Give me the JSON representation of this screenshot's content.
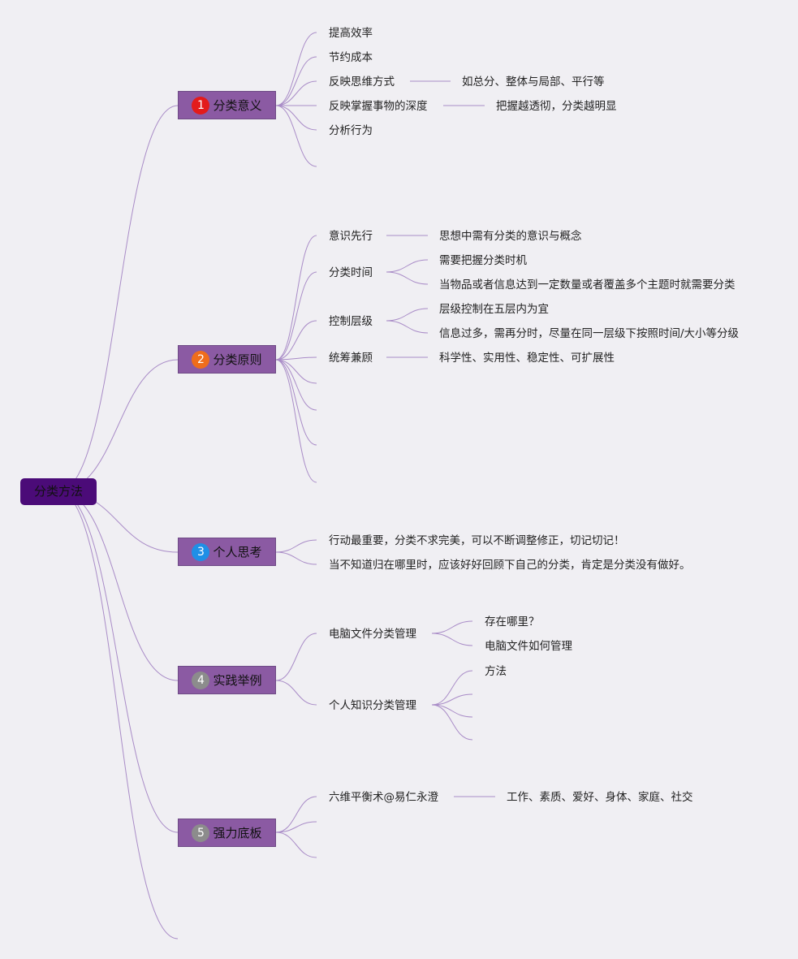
{
  "root": "分类方法",
  "colors": {
    "line": "#a98cc7",
    "root_bg": "#4b0b78",
    "branch_bg": "#8b5aa3",
    "badge_1": "#e31b1b",
    "badge_2": "#ef6d1c",
    "badge_3": "#1f8fe6",
    "badge_4": "#8c8c8c",
    "badge_5": "#8c8c8c"
  },
  "branches": [
    {
      "badge": "1",
      "label": "分类意义",
      "items": [
        {
          "label": "提高效率"
        },
        {
          "label": "节约成本"
        },
        {
          "label": "反映思维方式",
          "children": [
            "如总分、整体与局部、平行等"
          ]
        },
        {
          "label": "反映掌握事物的深度",
          "children": [
            "把握越透彻，分类越明显"
          ]
        },
        {
          "label": "分析行为"
        }
      ]
    },
    {
      "badge": "2",
      "label": "分类原则",
      "items": [
        {
          "label": "意识先行",
          "children": [
            "思想中需有分类的意识与概念"
          ]
        },
        {
          "label": "分类时间",
          "children": [
            "需要把握分类时机",
            "当物品或者信息达到一定数量或者覆盖多个主题时就需要分类"
          ]
        },
        {
          "label": "控制层级",
          "children": [
            "层级控制在五层内为宜",
            "信息过多，需再分时，尽量在同一层级下按照时间/大小等分级"
          ]
        },
        {
          "label": "统筹兼顾",
          "children": [
            "科学性、实用性、稳定性、可扩展性"
          ]
        }
      ]
    },
    {
      "badge": "3",
      "label": "个人思考",
      "items": [
        {
          "label": "行动最重要，分类不求完美，可以不断调整修正，切记切记！"
        },
        {
          "label": "当不知道归在哪里时，应该好好回顾下自己的分类，肯定是分类没有做好。"
        }
      ]
    },
    {
      "badge": "4",
      "label": "实践举例",
      "items": [
        {
          "label": "电脑文件分类管理",
          "children": [
            "存在哪里？",
            "电脑文件如何管理"
          ]
        },
        {
          "label": "个人知识分类管理",
          "children": [
            "方法"
          ]
        }
      ]
    },
    {
      "badge": "5",
      "label": "强力底板",
      "items": [
        {
          "label": "六维平衡术@易仁永澄",
          "children": [
            "工作、素质、爱好、身体、家庭、社交"
          ]
        }
      ]
    }
  ]
}
